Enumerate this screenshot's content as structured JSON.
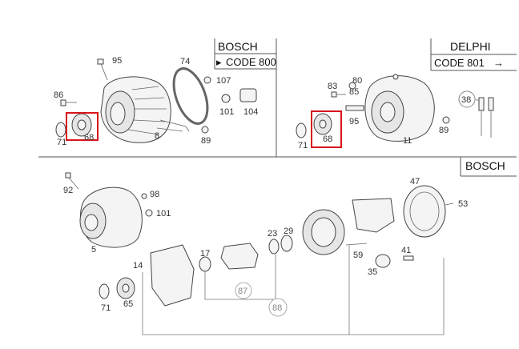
{
  "panels": {
    "top_left": {
      "brand": "BOSCH",
      "code_text": "CODE 800",
      "code_arrow": "▸",
      "labels": {
        "p95": "95",
        "p74": "74",
        "p107": "107",
        "p86": "86",
        "p101": "101",
        "p104": "104",
        "p71": "71",
        "p68": "68",
        "p8": "8",
        "p89": "89"
      }
    },
    "top_right": {
      "brand": "DELPHI",
      "code_text": "CODE 801",
      "code_arrow": "→",
      "labels": {
        "p83": "83",
        "p80": "80",
        "p38": "38",
        "p85": "85",
        "p95": "95",
        "p89": "89",
        "p71": "71",
        "p68": "68",
        "p11": "11"
      }
    },
    "bottom": {
      "brand": "BOSCH",
      "labels": {
        "p92": "92",
        "p98": "98",
        "p101": "101",
        "p5": "5",
        "p47": "47",
        "p53": "53",
        "p17": "17",
        "p23": "23",
        "p29": "29",
        "p59": "59",
        "p41": "41",
        "p35": "35",
        "p14": "14",
        "p71": "71",
        "p65": "65",
        "p87": "87",
        "p88": "88"
      }
    }
  },
  "highlight_color": "#d8141c"
}
